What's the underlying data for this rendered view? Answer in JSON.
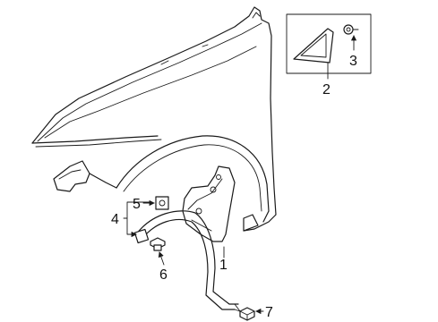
{
  "diagram": {
    "callouts": [
      {
        "id": "1",
        "label": "1"
      },
      {
        "id": "2",
        "label": "2"
      },
      {
        "id": "3",
        "label": "3"
      },
      {
        "id": "4",
        "label": "4"
      },
      {
        "id": "5",
        "label": "5"
      },
      {
        "id": "6",
        "label": "6"
      },
      {
        "id": "7",
        "label": "7"
      }
    ],
    "parts": [
      {
        "callout": "1",
        "icon": "fender-liner-icon"
      },
      {
        "callout": "2",
        "icon": "corner-trim-kit-icon"
      },
      {
        "callout": "3",
        "icon": "push-clip-icon"
      },
      {
        "callout": "4",
        "icon": "wheel-opening-molding-icon"
      },
      {
        "callout": "5",
        "icon": "nut-clip-icon"
      },
      {
        "callout": "6",
        "icon": "screw-icon"
      },
      {
        "callout": "7",
        "icon": "fastener-icon"
      }
    ]
  }
}
